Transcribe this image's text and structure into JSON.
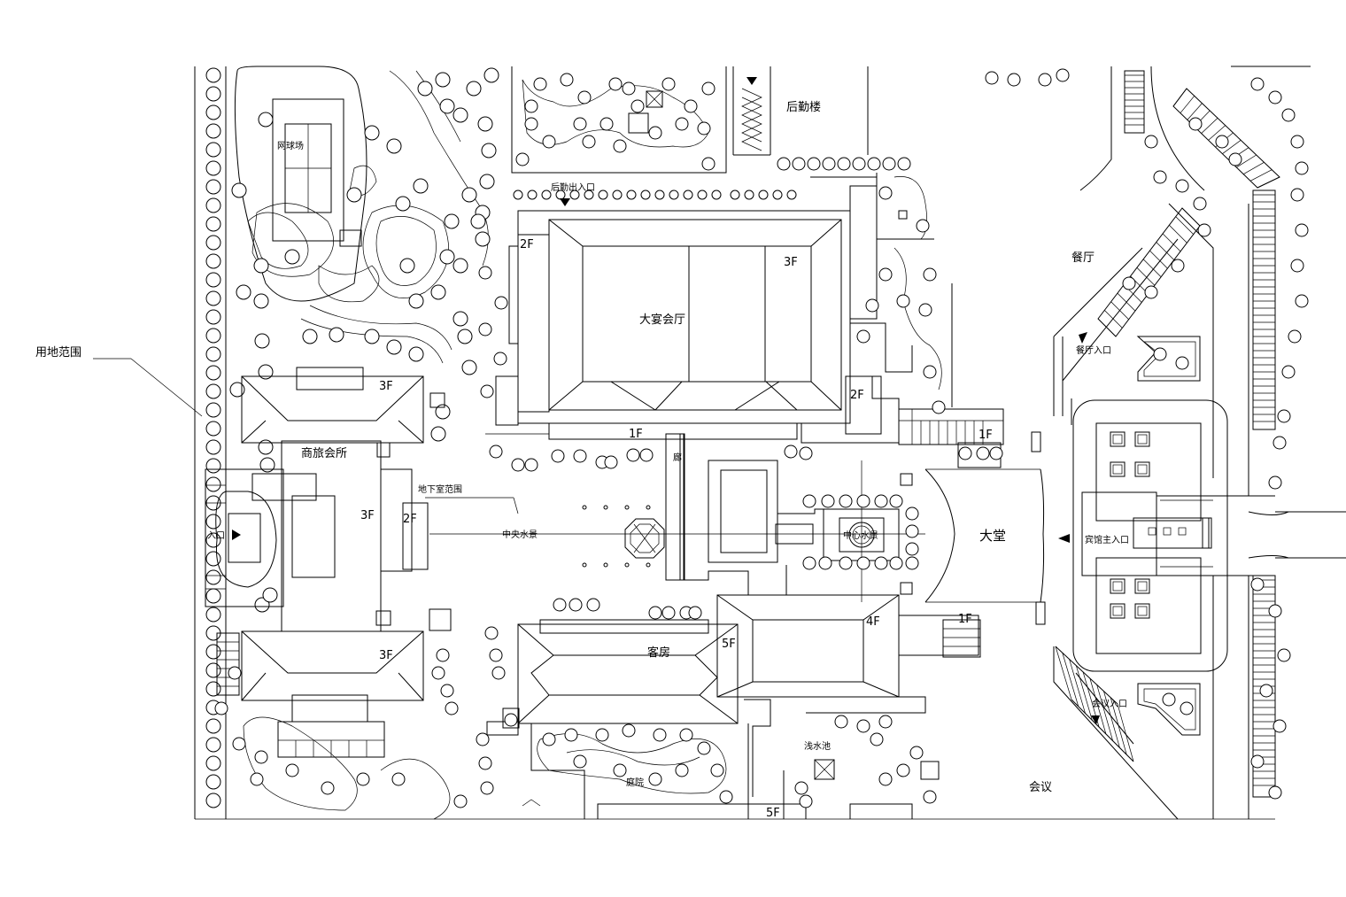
{
  "labels": {
    "site_boundary": "用地范围",
    "tennis_court": "网球场",
    "service_exit": "后勤出入口",
    "service_building": "后勤楼",
    "banquet_hall": "大宴会厅",
    "floor_3f": "3F",
    "floor_2f": "2F",
    "floor_1f": "1F",
    "floor_5f": "5F",
    "floor_4f": "4F",
    "restaurant": "餐厅",
    "restaurant_entrance": "餐厅入口",
    "business_club": "商旅会所",
    "basement_range": "地下室范围",
    "central_water": "中央水景",
    "corridor": "廊",
    "lobby": "大堂",
    "hotel_main_entrance": "宾馆主入口",
    "entrance": "入口",
    "guest_rooms": "客房",
    "shallow_pool": "浅水池",
    "courtyard": "庭院",
    "conference_entrance": "会议入口",
    "conference": "会议",
    "fountain_feature": "中心水景"
  },
  "icons": {
    "entry_arrow": "triangle-arrow-icon"
  },
  "colors": {
    "line": "#000000",
    "background": "#ffffff"
  }
}
